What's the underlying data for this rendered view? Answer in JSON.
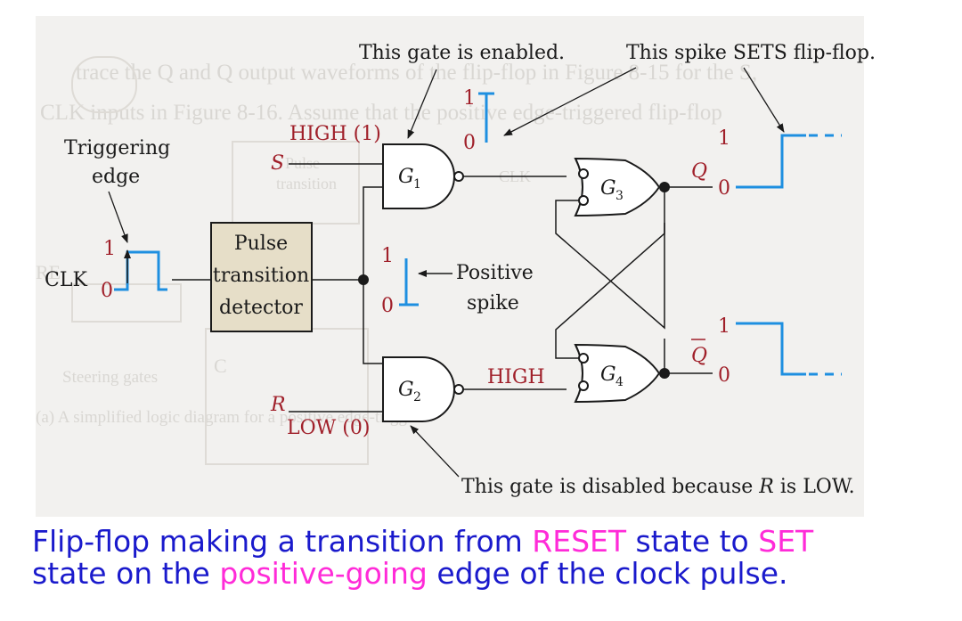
{
  "diagram": {
    "gates": [
      {
        "id": "G1",
        "letter": "G",
        "sub": "1"
      },
      {
        "id": "G2",
        "letter": "G",
        "sub": "2"
      },
      {
        "id": "G3",
        "letter": "G",
        "sub": "3"
      },
      {
        "id": "G4",
        "letter": "G",
        "sub": "4"
      }
    ],
    "inputs": {
      "s": "S",
      "r": "R",
      "clk": "CLK",
      "s_state": "HIGH (1)",
      "r_state": "LOW (0)",
      "g2_output_state": "HIGH"
    },
    "outputs": {
      "q": "Q",
      "q_bar": "Q"
    },
    "blocks": {
      "detector_line1": "Pulse",
      "detector_line2": "transition",
      "detector_line3": "detector"
    },
    "annotations": {
      "triggering_edge_line1": "Triggering",
      "triggering_edge_line2": "edge",
      "gate_enabled": "This gate is enabled.",
      "spike_sets": "This spike SETS flip-flop.",
      "positive_spike_line1": "Positive",
      "positive_spike_line2": "spike",
      "gate_disabled_pre": "This gate is disabled because ",
      "gate_disabled_r": "R",
      "gate_disabled_post": " is LOW."
    },
    "levels": {
      "one": "1",
      "zero": "0"
    },
    "background_text": {
      "line1": "trace the Q and Q output waveforms of the flip-flop in Figure 8-15 for the S,",
      "line2": "CLK inputs in Figure 8-16. Assume that the positive edge-triggered flip-flop",
      "line3": "Steering gates",
      "line4": "(a) A simplified logic diagram for a positive edge-trigg",
      "ghost_pulse": "Pulse",
      "ghost_transition": "transition",
      "ghost_clk": "CLK",
      "ghost_re": "RE",
      "ghost_c": "C"
    },
    "colors": {
      "signal": "#1e8fe0",
      "label_red": "#a0202a",
      "caption_blue": "#1a1acc",
      "caption_pink": "#ff2bd8"
    }
  },
  "caption": {
    "p1": "Flip-flop making a transition from ",
    "p2": "RESET",
    "p3": " state to ",
    "p4": "SET",
    "p5": "state on the ",
    "p6": "positive-going",
    "p7": " edge of the clock pulse."
  }
}
